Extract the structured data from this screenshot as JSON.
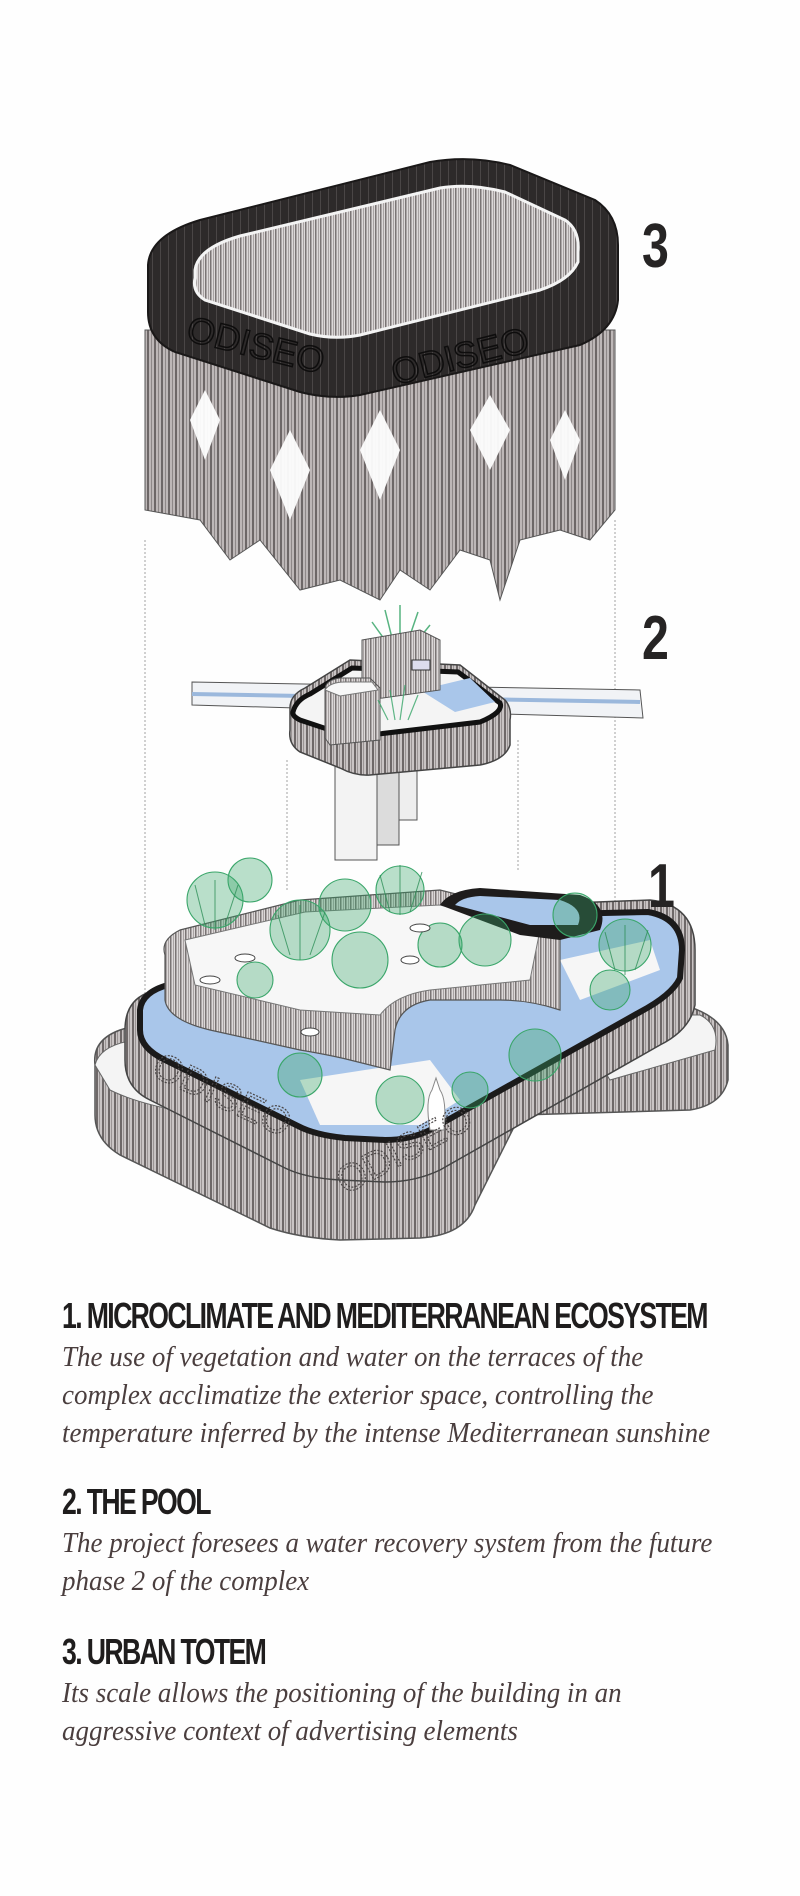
{
  "diagram": {
    "title": "Exploded axonometric of the ODISEO building",
    "brand_text": "ODISEO",
    "colors": {
      "band_dark": "#2a2727",
      "fringe_gray": "#8d8686",
      "water_blue": "#a9c6ea",
      "vegetation_green": "#3aa66a",
      "guide_line": "#9a9a9a"
    },
    "levels": [
      {
        "number": "3",
        "part": "urban-totem-crown"
      },
      {
        "number": "2",
        "part": "pool-platform"
      },
      {
        "number": "1",
        "part": "terrace-ecosystem-base"
      }
    ]
  },
  "sections": [
    {
      "heading": "1. MICROCLIMATE AND MEDITERRANEAN ECOSYSTEM",
      "lines": [
        "The use of vegetation and water on the terraces of the",
        "complex acclimatize the exterior space, controlling the",
        "temperature inferred by the intense Mediterranean sunshine"
      ]
    },
    {
      "heading": "2. THE POOL",
      "lines": [
        "The project foresees a water recovery system from the future",
        "phase 2 of the complex"
      ]
    },
    {
      "heading": "3. URBAN TOTEM",
      "lines": [
        "Its scale allows the positioning of the building in an",
        "aggressive context of advertising elements"
      ]
    }
  ]
}
